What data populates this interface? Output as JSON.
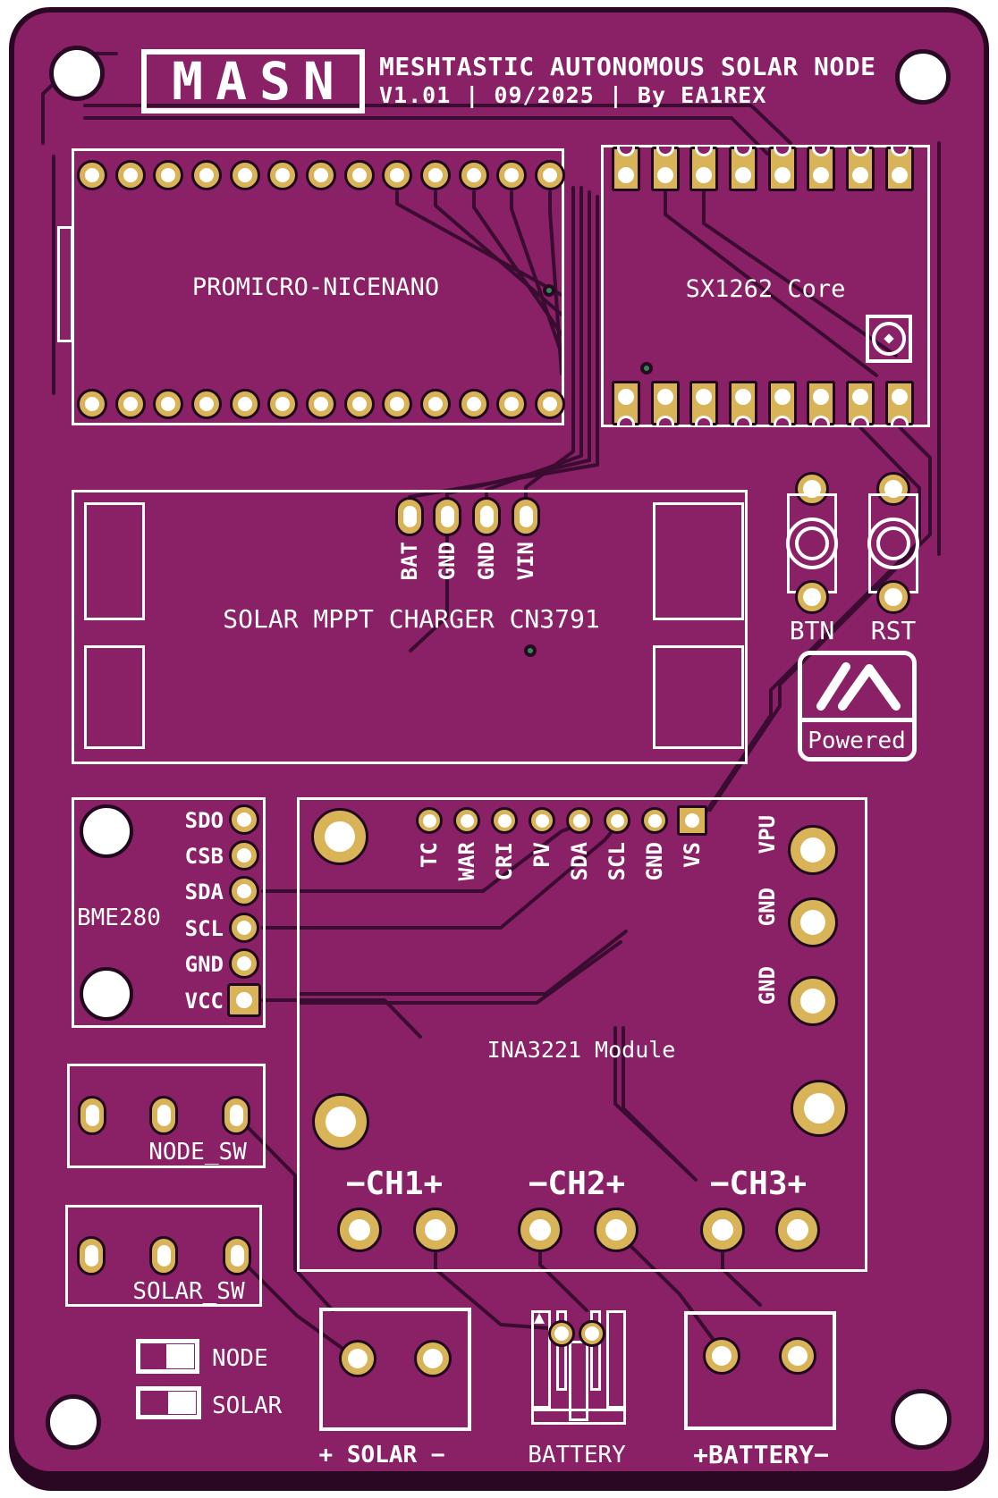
{
  "header": {
    "logo": "MASN",
    "title": "MESHTASTIC AUTONOMOUS SOLAR NODE",
    "subtitle": "V1.01 | 09/2025 | By EA1REX"
  },
  "promicro": {
    "label": "PROMICRO-NICENANO"
  },
  "sx1262": {
    "label": "SX1262 Core"
  },
  "mppt": {
    "label": "SOLAR MPPT CHARGER CN3791",
    "pins": [
      "BAT",
      "GND",
      "GND",
      "VIN"
    ]
  },
  "buttons": {
    "btn": "BTN",
    "rst": "RST"
  },
  "powered": {
    "label": "Powered"
  },
  "bme280": {
    "label": "BME280",
    "pins": [
      "SDO",
      "CSB",
      "SDA",
      "SCL",
      "GND",
      "VCC"
    ]
  },
  "ina3221": {
    "label": "INA3221 Module",
    "top_pins": [
      "TC",
      "WAR",
      "CRI",
      "PV",
      "SDA",
      "SCL",
      "GND",
      "VS"
    ],
    "right_pins": [
      "VPU",
      "GND",
      "GND"
    ],
    "channels": [
      "−CH1+",
      "−CH2+",
      "−CH3+"
    ]
  },
  "switch_headers": {
    "node": "NODE_SW",
    "solar": "SOLAR_SW"
  },
  "switches": {
    "node": "NODE",
    "solar": "SOLAR"
  },
  "connectors": {
    "solar": "+ SOLAR −",
    "battery": "BATTERY",
    "battery2": "+BATTERY−"
  },
  "colors": {
    "board": "#8a2065",
    "silkscreen": "#ffffff",
    "pad_gold": "#d9b357",
    "trace": "#3b0c32",
    "edge": "#2a0722"
  }
}
